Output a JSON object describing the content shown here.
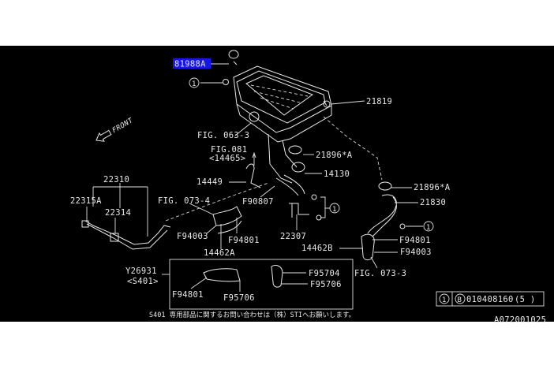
{
  "diagram": {
    "highlighted_part": "81988A",
    "front_label": "FRONT",
    "callouts": {
      "c_81988A": "81988A",
      "c_21819": "21819",
      "c_fig063": "FIG. 063-3",
      "c_fig081": "FIG.081",
      "c_14465": "<14465>",
      "c_21896a_1": "21896*A",
      "c_14130": "14130",
      "c_14449": "14449",
      "c_22310": "22310",
      "c_22315A": "22315A",
      "c_22314": "22314",
      "c_fig0734": "FIG. 073-4",
      "c_F90807": "F90807",
      "c_21896a_2": "21896*A",
      "c_21830": "21830",
      "c_F94003_a": "F94003",
      "c_F94801_a": "F94801",
      "c_14462A": "14462A",
      "c_22307": "22307",
      "c_14462B": "14462B",
      "c_F94801_b": "F94801",
      "c_F94003_b": "F94003",
      "c_fig0733": "FIG. 073-3",
      "c_Y26931": "Y26931",
      "c_S401": "<S401>",
      "c_F94801_c": "F94801",
      "c_F95706_a": "F95706",
      "c_F95704": "F95704",
      "c_F95706_b": "F95706",
      "ref1_a": "1",
      "ref1_b": "1",
      "ref1_c": "1"
    },
    "note": "S401 専用部品に関するお問い合わせは（株）STIへお願いします。",
    "legend": {
      "ref": "1",
      "bolt_symbol": "B",
      "part_number": "010408160",
      "qty": "(5 )"
    },
    "drawing_id": "A072001025",
    "colors": {
      "background": "#000000",
      "lines": "#e8e8e8",
      "highlight": "#1616e8"
    }
  }
}
